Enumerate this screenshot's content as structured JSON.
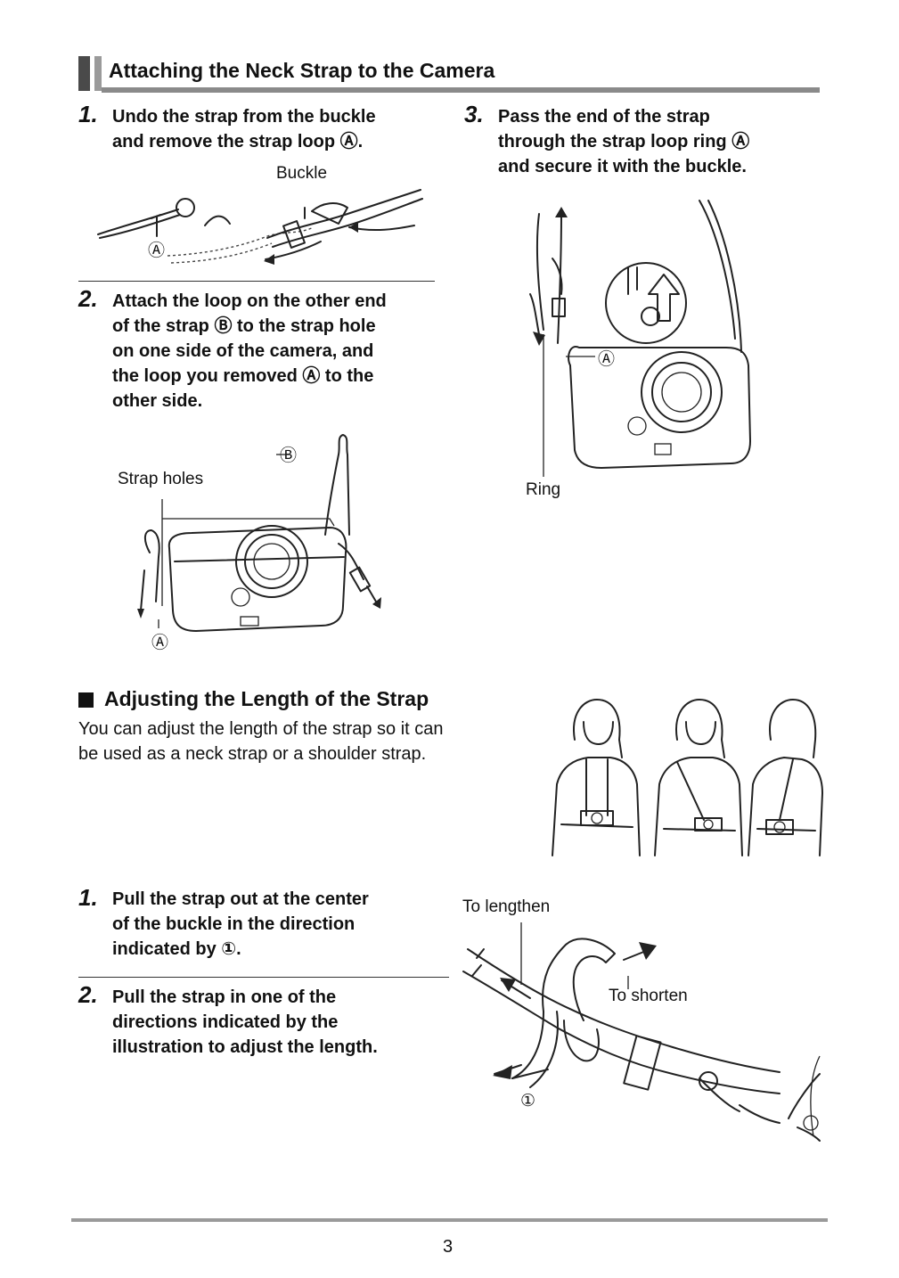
{
  "section_title": "Attaching the Neck Strap to the Camera",
  "steps_attach": [
    {
      "num": "1.",
      "lines": [
        "Undo the strap from the buckle",
        "and remove the strap loop Ⓐ."
      ]
    },
    {
      "num": "2.",
      "lines": [
        "Attach the loop on the other end",
        "of the strap Ⓑ to the strap hole",
        "on one side of the camera, and",
        "the loop you removed Ⓐ to the",
        "other side."
      ]
    },
    {
      "num": "3.",
      "lines": [
        "Pass the end of the strap",
        "through the strap loop ring Ⓐ",
        "and secure it with the buckle."
      ]
    }
  ],
  "labels": {
    "buckle": "Buckle",
    "a": "Ⓐ",
    "b": "Ⓑ",
    "strap_holes": "Strap holes",
    "ring": "Ring",
    "to_lengthen": "To lengthen",
    "to_shorten": "To shorten",
    "one": "①"
  },
  "subsection": {
    "title": "Adjusting the Length of the Strap",
    "body": [
      "You can adjust the length of the strap so it can",
      "be used as a neck strap or a shoulder strap."
    ]
  },
  "steps_adjust": [
    {
      "num": "1.",
      "lines": [
        "Pull the strap out at the center",
        "of the buckle in the direction",
        "indicated by ①."
      ]
    },
    {
      "num": "2.",
      "lines": [
        "Pull the strap in one of the",
        "directions indicated by the",
        "illustration to adjust the length."
      ]
    }
  ],
  "page_number": "3"
}
